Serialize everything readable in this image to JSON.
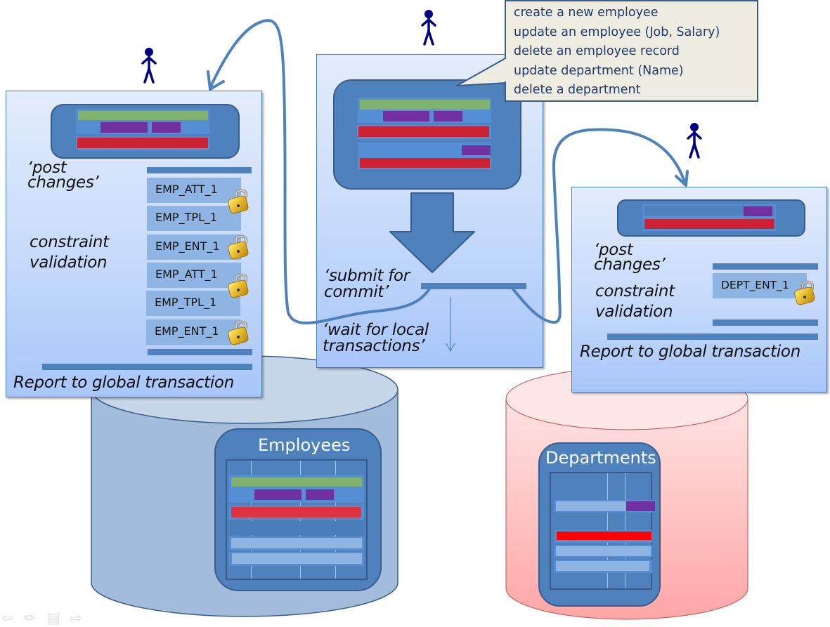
{
  "callout": {
    "lines": [
      "create a new employee",
      "update an employee  (Job, Salary)",
      "delete an employee  record",
      "update department  (Name)",
      "delete a department"
    ]
  },
  "left_panel": {
    "post_changes": [
      "‘post",
      "changes’"
    ],
    "constraint_validation": [
      "constraint",
      "validation"
    ],
    "report": "Report to global transaction",
    "entities": [
      {
        "label": "EMP_ATT_1",
        "locked": true
      },
      {
        "label": "EMP_TPL_1",
        "locked": false
      },
      {
        "label": "EMP_ENT_1",
        "locked": true
      },
      {
        "label": "EMP_ATT_1",
        "locked": true
      },
      {
        "label": "EMP_TPL_1",
        "locked": false
      },
      {
        "label": "EMP_ENT_1",
        "locked": true
      }
    ]
  },
  "middle_panel": {
    "submit_for_commit": [
      "‘submit for",
      "commit’"
    ],
    "wait_for_local": [
      "‘wait for local",
      "transactions’"
    ]
  },
  "right_panel": {
    "post_changes": [
      "‘post",
      "changes’"
    ],
    "constraint_validation": [
      "constraint",
      "validation"
    ],
    "report": "Report to global transaction",
    "entities": [
      {
        "label": "DEPT_ENT_1",
        "locked": true
      }
    ]
  },
  "databases": {
    "employees": {
      "title": "Employees",
      "color": "#a3bcdc"
    },
    "departments": {
      "title": "Departments",
      "color": "#ffb3b3"
    }
  },
  "icons": {
    "user": "stick-figure",
    "lock": "padlock",
    "nav": [
      "arrow-left",
      "pen",
      "menu",
      "arrow-right"
    ]
  },
  "colors": {
    "accent": "#4f81bd",
    "figure": "#000080",
    "green": "#7fb26e",
    "purple": "#7030a0",
    "red": "#cc2233"
  }
}
